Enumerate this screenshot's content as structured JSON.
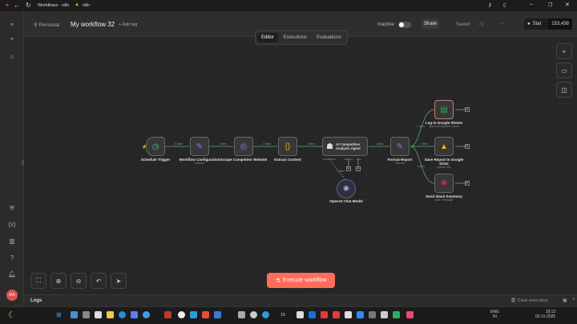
{
  "titlebar": {
    "title": "Workflows - n8n",
    "sep": "n8n"
  },
  "header": {
    "project": "Personal",
    "workflow_name": "My workflow 32",
    "add_tag": "+ Add tag",
    "status": "Inactive",
    "share": "Share",
    "saved": "Saved",
    "more": "···",
    "github_star": "Star",
    "star_count": "153,438"
  },
  "tabs": [
    {
      "label": "Editor",
      "active": true
    },
    {
      "label": "Executions"
    },
    {
      "label": "Evaluations"
    }
  ],
  "nodes": [
    {
      "label": "Schedule Trigger",
      "sub": "",
      "icon": "clock"
    },
    {
      "label": "Workflow Configuration",
      "sub": "manual",
      "icon": "pencil"
    },
    {
      "label": "Scrape Competitor Website",
      "sub": "",
      "icon": "globe"
    },
    {
      "label": "Extract Content",
      "sub": "",
      "icon": "braces"
    },
    {
      "label": "AI Competitive Analysis Agent",
      "sub": "",
      "icon": "robot"
    },
    {
      "label": "OpenAI Chat Model",
      "sub": "",
      "icon": "openai"
    },
    {
      "label": "Format Report",
      "sub": "manual",
      "icon": "pencil"
    },
    {
      "label": "Log to Google Sheets",
      "sub": "appendOrUpdate: sheet",
      "icon": "sheets"
    },
    {
      "label": "Save Report to Google Drive",
      "sub": "upload: file",
      "icon": "drive"
    },
    {
      "label": "Send Slack Summary",
      "sub": "post: message",
      "icon": "slack"
    }
  ],
  "agent_ports": {
    "model": "Chat Model*",
    "memory": "Memory",
    "tool": "Tool"
  },
  "edge_label": "1 item",
  "execute_button": "Execute workflow",
  "logs": {
    "title": "Logs",
    "clear": "Clear execution"
  },
  "taskbar": {
    "lang": "ENG",
    "region": "IN",
    "time": "18:13",
    "date": "02-11-2025",
    "badge": "19"
  },
  "colors": {
    "accent": "#ff6d5a",
    "edge": "#4a8f6a"
  }
}
